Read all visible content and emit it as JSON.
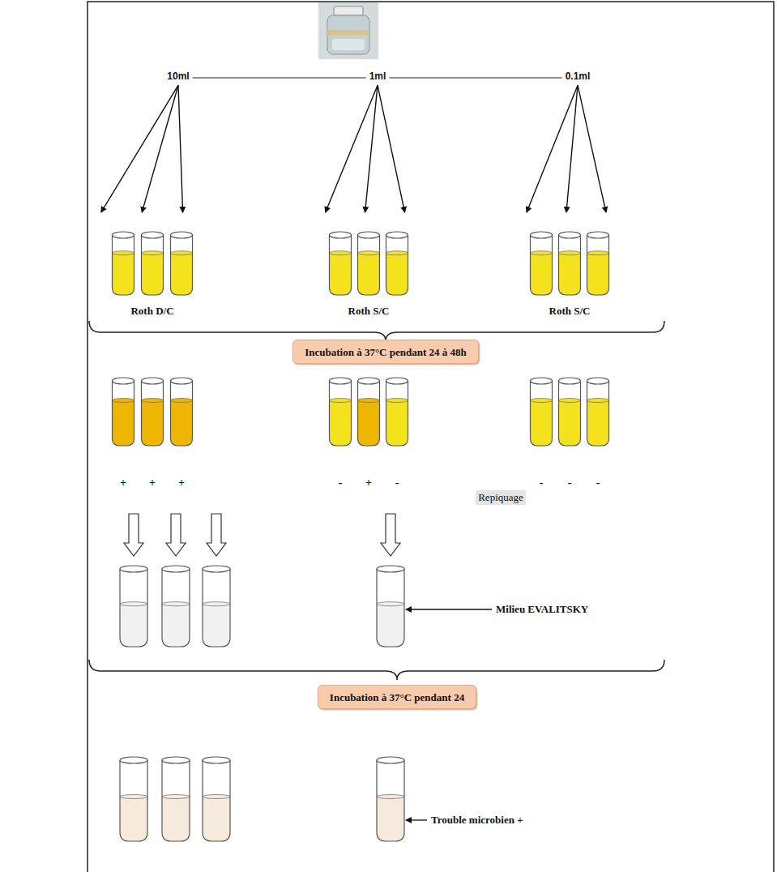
{
  "diagram": {
    "nodes": [
      {
        "text": [
          "Incubation à 37°C pendant 24 à 48h"
        ]
      },
      {
        "text": [
          "Incubation à 37°C pendant 24"
        ]
      }
    ],
    "labels": [
      "10ml",
      "1ml",
      "0.1ml",
      "Roth D/C",
      "Roth S/C",
      "Roth S/C",
      "+",
      "+",
      "+",
      "-",
      "+",
      "-",
      "-",
      "-",
      "-",
      "Repiquage",
      "Milieu EVALITSKY",
      "Trouble microbien +"
    ]
  }
}
